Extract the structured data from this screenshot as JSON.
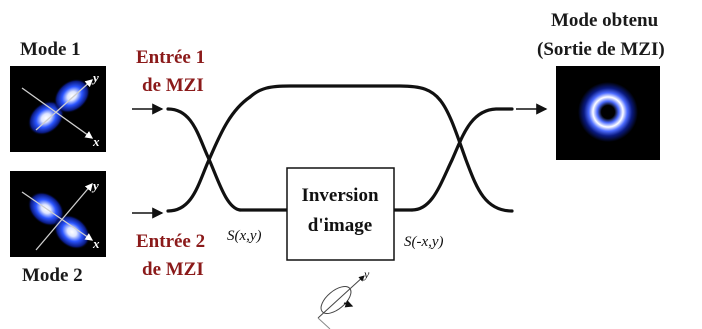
{
  "labels": {
    "mode1": "Mode 1",
    "mode2": "Mode 2",
    "input1_line1": "Entrée 1",
    "input1_line2": "de MZI",
    "input2_line1": "Entrée 2",
    "input2_line2": "de MZI",
    "output_line1": "Mode obtenu",
    "output_line2": "(Sortie de MZI)",
    "box_line1": "Inversion",
    "box_line2": "d'image",
    "signal_in": "S(x,y)",
    "signal_out": "S(-x,y)"
  },
  "axes": {
    "mode1_y": "y",
    "mode1_x": "x",
    "mode2_y": "y",
    "mode2_x": "x",
    "rotation_y": "y"
  },
  "colors": {
    "label_red": "#8b1a1a",
    "mode_blue": "#2a54ff",
    "background": "#ffffff",
    "waveguide": "#111111"
  },
  "icons": {
    "mode1": "two-lobe-mode-image",
    "mode2": "two-lobe-mode-image",
    "output": "donut-mode-image",
    "rotation": "rotation-axis-icon"
  }
}
